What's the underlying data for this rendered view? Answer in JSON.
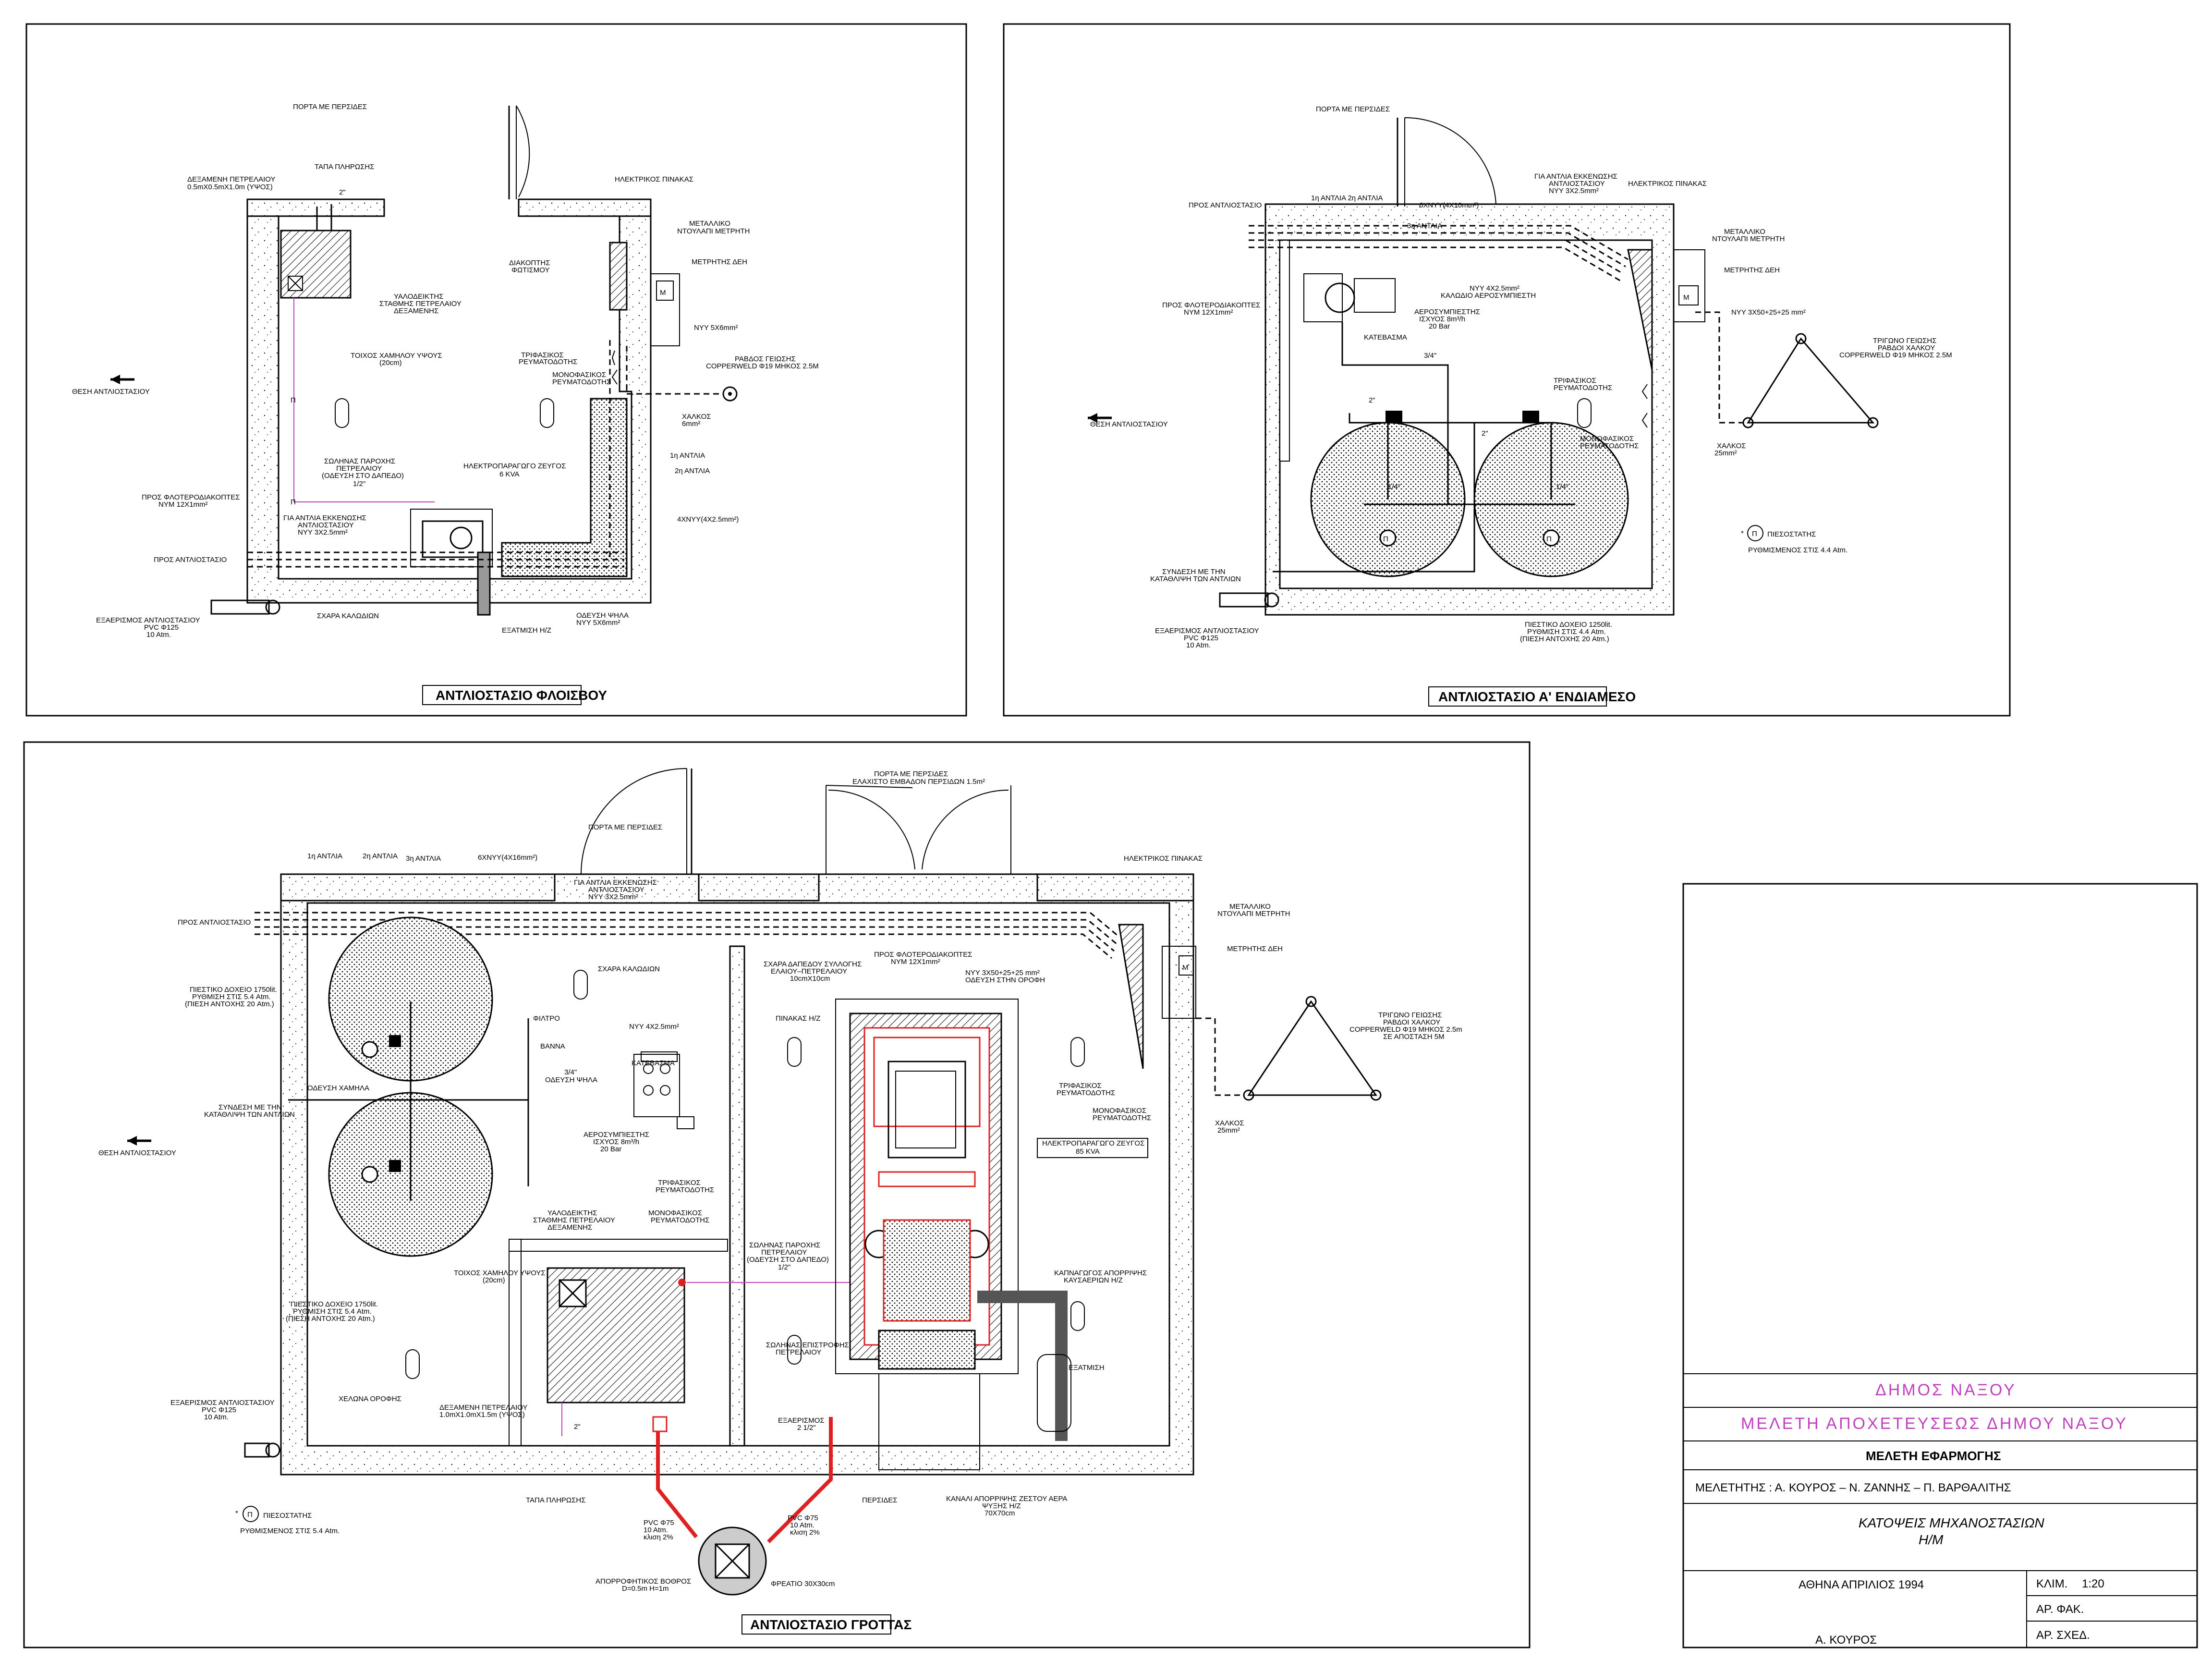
{
  "panels": {
    "floisvou": {
      "title": "ΑΝΤΛΙΟΣΤΑΣΙΟ ΦΛΟΙΣΒΟΥ",
      "labels": {
        "door": "ΠΟΡΤΑ ΜΕ ΠΕΡΣΙΔΕΣ",
        "fill_cap": "ΤΑΠΑ ΠΛΗΡΩΣΗΣ",
        "tank1": "ΔΕΞΑΜΕΝΗ ΠΕΤΡΕΛΑΙΟΥ",
        "tank2": "0.5mX0.5mX1.0m (ΥΨΟΣ)",
        "size_2": "2\"",
        "glass1": "ΥΑΛΟΔΕΙΚΤΗΣ",
        "glass2": "ΣΤΑΘΜΗΣ ΠΕΤΡΕΛΑΙΟΥ",
        "glass3": "ΔΕΞΑΜΕΝΗΣ",
        "lowwall1": "ΤΟΙΧΟΣ ΧΑΜΗΛΟΥ ΥΨΟΥΣ",
        "lowwall2": "(20cm)",
        "panel": "ΗΛΕΚΤΡΙΚΟΣ ΠΙΝΑΚΑΣ",
        "metal1": "ΜΕΤΑΛΛΙΚΟ",
        "metal2": "ΝΤΟΥΛΑΠΙ ΜΕΤΡΗΤΗ",
        "meter": "ΜΕΤΡΗΤΗΣ ΔΕΗ",
        "switch1": "ΔΙΑΚΟΠΤΗΣ",
        "switch2": "ΦΩΤΙΣΜΟΥ",
        "nyy": "ΝΥΥ 5Χ6mm²",
        "tri1": "ΤΡΙΦΑΣΙΚΟΣ",
        "tri2": "ΡΕΥΜΑΤΟΔΟΤΗΣ",
        "mono1": "ΜΟΝΟΦΑΣΙΚΟΣ",
        "mono2": "ΡΕΥΜΑΤΟΔΟΤΗΣ",
        "rod1": "ΡΑΒΔΟΣ ΓΕΙΩΣΗΣ",
        "rod2": "COPPERWELD Φ19 ΜΗΚΟΣ 2.5Μ",
        "copper1": "ΧΑΛΚΟΣ",
        "copper2": "6mm²",
        "position": "ΘΕΣΗ ΑΝΤΛΙΟΣΤΑΣΙΟΥ",
        "supply1": "ΣΩΛΗΝΑΣ ΠΑΡΟΧΗΣ",
        "supply2": "ΠΕΤΡΕΛΑΙΟΥ",
        "supply3": "(ΟΔΕΥΣΗ ΣΤΟ ΔΑΠΕΔΟ)",
        "supply4": "1/2\"",
        "gen1": "ΗΛΕΚΤΡΟΠΑΡΑΓΩΓΟ ΖΕΥΓΟΣ",
        "gen2": "6 KVA",
        "pump1": "1η ΑΝΤΛΙΑ",
        "pump2": "2η ΑΝΤΛΙΑ",
        "cable4": "4ΧΝΥΥ(4Χ2.5mm²)",
        "float1": "ΠΡΟΣ ΦΛΟΤΕΡΟΔΙΑΚΟΠΤΕΣ",
        "float2": "ΝΥΜ 12Χ1mm²",
        "emp1": "ΓΙΑ ΑΝΤΛΙΑ ΕΚΚΕΝΩΣΗΣ",
        "emp2": "ΑΝΤΛΙΟΣΤΑΣΙΟΥ",
        "emp3": "ΝΥΥ 3Χ2.5mm²",
        "to_station": "ΠΡΟΣ ΑΝΤΛΙΟΣΤΑΣΙΟ",
        "tray": "ΣΧΑΡΑ ΚΑΛΩΔΙΩΝ",
        "exh": "ΕΞΑΤΜΙΣΗ Η/Ζ",
        "up1": "ΟΔΕΥΣΗ ΨΗΛΑ",
        "up2": "ΝΥΥ 5Χ6mm²",
        "ext1": "ΕΞΑΕΡΙΣΜΟΣ ΑΝΤΛΙΟΣΤΑΣΙΟΥ",
        "ext2": "PVC Φ125",
        "ext3": "10 Atm.",
        "pi": "Π"
      }
    },
    "endiameso": {
      "title": "ΑΝΤΛΙΟΣΤΑΣΙΟ Α' ΕΝΔΙΑΜΕΣΟ",
      "labels": {
        "door": "ΠΟΡΤΑ ΜΕ ΠΕΡΣΙΔΕΣ",
        "to_station": "ΠΡΟΣ ΑΝΤΛΙΟΣΤΑΣΙΟ",
        "pump12": "1η ΑΝΤΛΙΑ  2η ΑΝΤΛΙΑ",
        "cable6": "6ΧΝΥΥ(4Χ10mm²)",
        "pump3": "3η ΑΝΤΛΙΑ",
        "emp1": "ΓΙΑ ΑΝΤΛΙΑ ΕΚΚΕΝΩΣΗΣ",
        "emp2": "ΑΝΤΛΙΟΣΤΑΣΙΟΥ",
        "emp3": "ΝΥΥ 3Χ2.5mm²",
        "panel": "ΗΛΕΚΤΡΙΚΟΣ ΠΙΝΑΚΑΣ",
        "metal1": "ΜΕΤΑΛΛΙΚΟ",
        "metal2": "ΝΤΟΥΛΑΠΙ ΜΕΤΡΗΤΗ",
        "meter": "ΜΕΤΡΗΤΗΣ ΔΕΗ",
        "float1": "ΠΡΟΣ ΦΛΟΤΕΡΟΔΙΑΚΟΠΤΕΣ",
        "float2": "ΝΥΜ 12Χ1mm²",
        "nyy4": "ΝΥΥ 4Χ2.5mm²",
        "comp_cable": "ΚΑΛΩΔΙΟ ΑΕΡΟΣΥΜΠΙΕΣΤΗ",
        "comp1": "ΑΕΡΟΣΥΜΠΙΕΣΤΗΣ",
        "comp2": "ΙΣΧΥΟΣ 8m³/h",
        "comp3": "20 Bar",
        "drain": "ΚΑΤΕΒΑΣΜΑ",
        "size34": "3/4\"",
        "nyy3": "ΝΥΥ 3Χ50+25+25 mm²",
        "tri_g1": "ΤΡΙΓΩΝΟ ΓΕΙΩΣΗΣ",
        "tri_g2": "ΡΑΒΔΟΙ ΧΑΛΚΟΥ",
        "tri_g3": "COPPERWELD Φ19 ΜΗΚΟΣ 2.5Μ",
        "tri1": "ΤΡΙΦΑΣΙΚΟΣ",
        "tri2": "ΡΕΥΜΑΤΟΔΟΤΗΣ",
        "mono1": "ΜΟΝΟΦΑΣΙΚΟΣ",
        "mono2": "ΡΕΥΜΑΤΟΔΟΤΗΣ",
        "copper1": "ΧΑΛΚΟΣ",
        "copper2": "25mm²",
        "position": "ΘΕΣΗ ΑΝΤΛΙΟΣΤΑΣΙΟΥ",
        "size2": "2\"",
        "size14": "1/4\"",
        "press1": "ΠΙΕΣΟΣΤΑΤΗΣ",
        "press2": "ΡΥΘΜΙΣΜΕΝΟΣ ΣΤΙΣ 4.4 Atm.",
        "star": "*",
        "conn1": "ΣΥΝΔΕΣΗ ΜΕ ΤΗΝ",
        "conn2": "ΚΑΤΑΘΛΙΨΗ ΤΩΝ ΑΝΤΛΙΩΝ",
        "ptank1": "ΠΙΕΣΤΙΚΟ ΔΟΧΕΙΟ 1250lit.",
        "ptank2": "ΡΥΘΜΙΣΗ ΣΤΙΣ 4.4 Atm.",
        "ptank3": "(ΠΙΕΣΗ ΑΝΤΟΧΗΣ 20 Atm.)",
        "ext1": "ΕΞΑΕΡΙΣΜΟΣ ΑΝΤΛΙΟΣΤΑΣΙΟΥ",
        "ext2": "PVC Φ125",
        "ext3": "10 Atm.",
        "pi": "Π"
      }
    },
    "grottas": {
      "title": "ΑΝΤΛΙΟΣΤΑΣΙΟ ΓΡΟΤΤΑΣ",
      "labels": {
        "door": "ΠΟΡΤΑ ΜΕ ΠΕΡΣΙΔΕΣ",
        "door2a": "ΠΟΡΤΑ ΜΕ ΠΕΡΣΙΔΕΣ",
        "door2b": "ΕΛΑΧΙΣΤΟ ΕΜΒΑΔΟΝ ΠΕΡΣΙΔΩΝ 1.5m²",
        "pump1": "1η ΑΝΤΛΙΑ",
        "pump2": "2η ΑΝΤΛΙΑ",
        "pump3": "3η ΑΝΤΛΙΑ",
        "cable6": "6ΧΝΥΥ(4Χ16mm²)",
        "emp1": "ΓΙΑ ΑΝΤΛΙΑ ΕΚΚΕΝΩΣΗΣ",
        "emp2": "ΑΝΤΛΙΟΣΤΑΣΙΟΥ",
        "emp3": "ΝΥΥ 3Χ2.5mm²",
        "panel": "ΗΛΕΚΤΡΙΚΟΣ ΠΙΝΑΚΑΣ",
        "metal1": "ΜΕΤΑΛΛΙΚΟ",
        "metal2": "ΝΤΟΥΛΑΠΙ ΜΕΤΡΗΤΗ",
        "meter": "ΜΕΤΡΗΤΗΣ ΔΕΗ",
        "to_station": "ΠΡΟΣ ΑΝΤΛΙΟΣΤΑΣΙΟ",
        "tray": "ΣΧΑΡΑ ΚΑΛΩΔΙΩΝ",
        "float1": "ΠΡΟΣ ΦΛΟΤΕΡΟΔΙΑΚΟΠΤΕΣ",
        "float2": "ΝΥΜ 12Χ1mm²",
        "floor1": "ΣΧΑΡΑ ΔΑΠΕΔΟΥ ΣΥΛΛΟΓΗΣ",
        "floor2": "ΕΛΑΙΟΥ–ΠΕΤΡΕΛΑΙΟΥ",
        "floor3": "10cmΧ10cm",
        "nyy3a": "ΝΥΥ 3Χ50+25+25 mm²",
        "nyy3b": "ΟΔΕΥΣΗ ΣΤΗΝ ΟΡΟΦΗ",
        "ptank1": "ΠΙΕΣΤΙΚΟ ΔΟΧΕΙΟ 1750lit.",
        "ptank2": "ΡΥΘΜΙΣΗ ΣΤΙΣ 5.4 Atm.",
        "ptank3": "(ΠΙΕΣΗ ΑΝΤΟΧΗΣ 20 Atm.)",
        "filter": "ΦΙΛΤΡΟ",
        "valve": "ΒΑΝΝΑ",
        "nyy4": "ΝΥΥ 4Χ2.5mm²",
        "drain": "ΚΑΤΕΒΑΣΜΑ",
        "gen_panel": "ΠΙΝΑΚΑΣ Η/Ζ",
        "size34": "3/4\"",
        "up": "ΟΔΕΥΣΗ ΨΗΛΑ",
        "low": "ΟΔΕΥΣΗ ΧΑΜΗΛΑ",
        "conn1": "ΣΥΝΔΕΣΗ ΜΕ ΤΗΝ",
        "conn2": "ΚΑΤΑΘΛΙΨΗ ΤΩΝ ΑΝΤΛΙΩΝ",
        "position": "ΘΕΣΗ ΑΝΤΛΙΟΣΤΑΣΙΟΥ",
        "comp1": "ΑΕΡΟΣΥΜΠΙΕΣΤΗΣ",
        "comp2": "ΙΣΧΥΟΣ 8m³/h",
        "comp3": "20 Bar",
        "gen1": "ΗΛΕΚΤΡΟΠΑΡΑΓΩΓΟ ΖΕΥΓΟΣ",
        "gen2": "85 KVA",
        "tri1": "ΤΡΙΦΑΣΙΚΟΣ",
        "tri2": "ΡΕΥΜΑΤΟΔΟΤΗΣ",
        "mono1": "ΜΟΝΟΦΑΣΙΚΟΣ",
        "mono2": "ΡΕΥΜΑΤΟΔΟΤΗΣ",
        "tri_g1": "ΤΡΙΓΩΝΟ ΓΕΙΩΣΗΣ",
        "tri_g2": "ΡΑΒΔΟΙ ΧΑΛΚΟΥ",
        "tri_g3": "COPPERWELD Φ19 ΜΗΚΟΣ 2.5m",
        "tri_g4": "ΣΕ ΑΠΟΣΤΑΣΗ 5Μ",
        "copper1": "ΧΑΛΚΟΣ",
        "copper2": "25mm²",
        "glass1": "ΥΑΛΟΔΕΙΚΤΗΣ",
        "glass2": "ΣΤΑΘΜΗΣ ΠΕΤΡΕΛΑΙΟΥ",
        "glass3": "ΔΕΞΑΜΕΝΗΣ",
        "lowwall1": "ΤΟΙΧΟΣ ΧΑΜΗΛΟΥ ΥΨΟΥΣ",
        "lowwall2": "(20cm)",
        "supply1": "ΣΩΛΗΝΑΣ ΠΑΡΟΧΗΣ",
        "supply2": "ΠΕΤΡΕΛΑΙΟΥ",
        "supply3": "(ΟΔΕΥΣΗ ΣΤΟ ΔΑΠΕΔΟ)",
        "supply4": "1/2\"",
        "flue1": "ΚΑΠΝΑΓΩΓΟΣ ΑΠΟΡΡΙΨΗΣ",
        "flue2": "ΚΑΥΣΑΕΡΙΩΝ Η/Ζ",
        "exh": "ΕΞΑΤΜΙΣΗ",
        "ret1": "ΣΩΛΗΝΑΣ ΕΠΙΣΤΡΟΦΗΣ",
        "ret2": "ΠΕΤΡΕΛΑΙΟΥ",
        "ptank_b1": "ΠΙΕΣΤΙΚΟ ΔΟΧΕΙΟ 1750lit.",
        "ptank_b2": "ΡΥΘΜΙΣΗ ΣΤΙΣ 5.4 Atm.",
        "ptank_b3": "(ΠΙΕΣΗ ΑΝΤΟΧΗΣ 20 Atm.)",
        "turtle": "ΧΕΛΩΝΑ ΟΡΟΦΗΣ",
        "dtank1": "ΔΕΞΑΜΕΝΗ ΠΕΤΡΕΛΑΙΟΥ",
        "dtank2": "1.0mΧ1.0mΧ1.5m (ΥΨΟΣ)",
        "vent1": "ΕΞΑΕΡΙΣΜΟΣ",
        "vent2": "2 1/2\"",
        "ext1": "ΕΞΑΕΡΙΣΜΟΣ ΑΝΤΛΙΟΣΤΑΣΙΟΥ",
        "ext2": "PVC Φ125",
        "ext3": "10 Atm.",
        "size2": "2\"",
        "fill_cap": "ΤΑΠΑ ΠΛΗΡΩΣΗΣ",
        "louvers": "ΠΕΡΣΙΔΕΣ",
        "channel1": "ΚΑΝΑΛΙ ΑΠΟΡΡΙΨΗΣ ΖΕΣΤΟΥ ΑΕΡΑ",
        "channel2": "ΨΥΞΗΣ Η/Ζ",
        "channel3": "70Χ70cm",
        "pvc_a1": "PVC Φ75",
        "pvc_a2": "10 Atm.",
        "pvc_a3": "κλιση 2%",
        "pvc_b1": "PVC Φ75",
        "pvc_b2": "10 Atm.",
        "pvc_b3": "κλιση 2%",
        "press1": "ΠΙΕΣΟΣΤΑΤΗΣ",
        "press2": "ΡΥΘΜΙΣΜΕΝΟΣ ΣΤΙΣ 5.4 Atm.",
        "star": "*",
        "pit1": "ΑΠΟΡΡΟΦΗΤΙΚΟΣ ΒΟΘΡΟΣ",
        "pit2": "D=0.5m  H=1m",
        "manhole": "ΦΡΕΑΤΙΟ 30Χ30cm",
        "pi": "Π"
      }
    }
  },
  "title_block": {
    "municipality": "ΔΗΜΟΣ ΝΑΞΟΥ",
    "project": "ΜΕΛΕΤΗ ΑΠΟΧΕΤΕΥΣΕΩΣ ΔΗΜΟΥ ΝΑΞΟΥ",
    "study_type": "ΜΕΛΕΤΗ ΕΦΑΡΜΟΓΗΣ",
    "authors": "ΜΕΛΕΤΗΤΗΣ : Α. ΚΟΥΡΟΣ – Ν. ΖΑΝΝΗΣ – Π. ΒΑΡΘΑΛΙΤΗΣ",
    "drawing_title": "ΚΑΤΟΨΕΙΣ ΜΗΧΑΝΟΣΤΑΣΙΩΝ",
    "drawing_subtitle": "Η/Μ",
    "place_date": "ΑΘΗΝΑ ΑΠΡΙΛΙΟΣ 1994",
    "signer": "Α. ΚΟΥΡΟΣ",
    "scale_label": "ΚΛΙΜ.",
    "scale_value": "1:20",
    "folder_label": "ΑΡ. ΦΑΚ.",
    "sheet_label": "ΑΡ. ΣΧΕΔ."
  },
  "colors": {
    "line": "#000000",
    "pipe_red": "#e02020",
    "title_pink": "#c040c0"
  }
}
